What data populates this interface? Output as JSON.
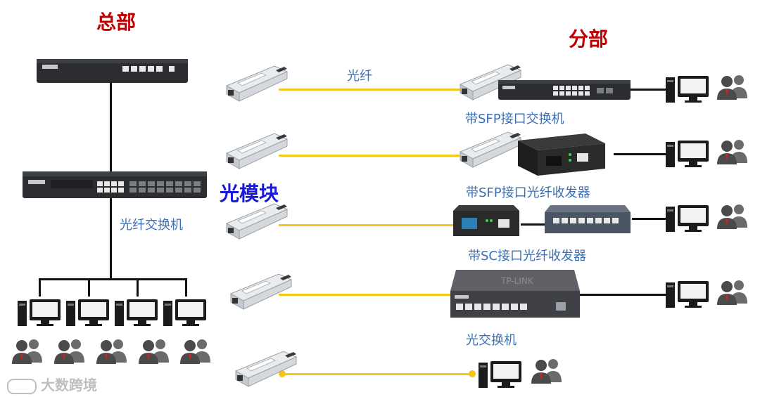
{
  "hq_title": "总部",
  "branch_title": "分部",
  "fiber_label": "光纤",
  "module_label": "光模块",
  "fiber_switch_label": "光纤交换机",
  "sfp_switch_label": "带SFP接口交换机",
  "sfp_converter_label": "带SFP接口光纤收发器",
  "sc_converter_label": "带SC接口光纤收发器",
  "optical_switch_label": "光交换机",
  "watermark_text": "大数跨境",
  "device_brand": "TP-LINK",
  "colors": {
    "title": "#c00000",
    "label": "#3a6fb5",
    "module": "#1a1ad6",
    "fiber": "#f5c518",
    "wire": "#111111"
  }
}
